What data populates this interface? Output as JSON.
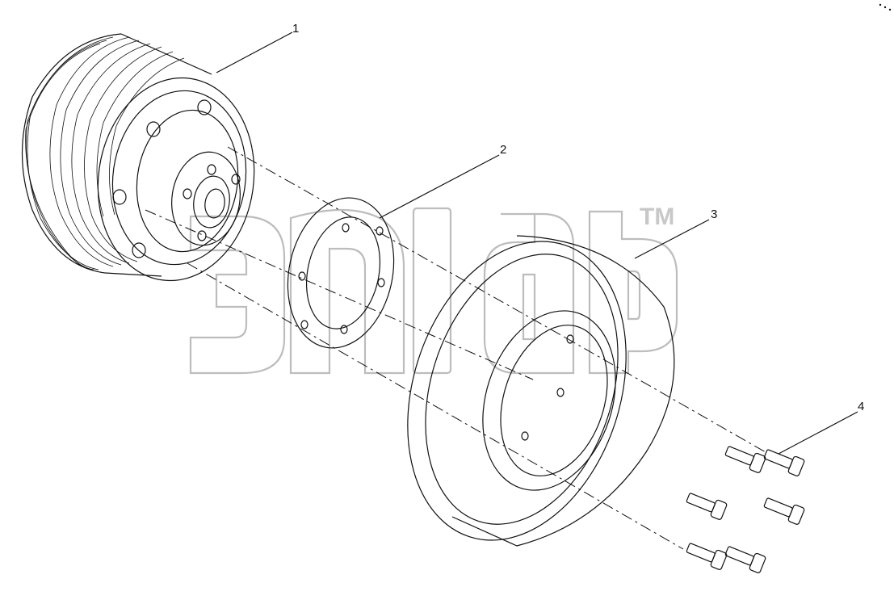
{
  "diagram": {
    "callouts": [
      {
        "id": "1",
        "label": "1"
      },
      {
        "id": "2",
        "label": "2"
      },
      {
        "id": "3",
        "label": "3"
      },
      {
        "id": "4",
        "label": "4"
      }
    ],
    "watermark": {
      "trademark": "TM"
    },
    "colors": {
      "line": "#111111",
      "watermark": "#bdbdbd",
      "background": "#ffffff"
    }
  }
}
